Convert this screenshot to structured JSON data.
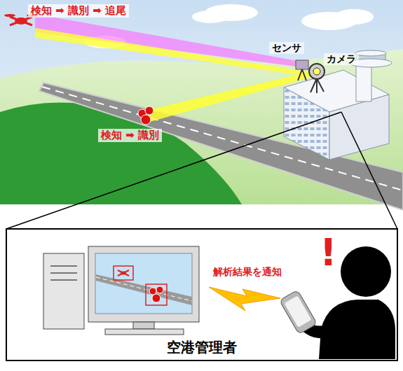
{
  "diagram": {
    "nodes": [
      {
        "text": [
          "空港管理者"
        ]
      }
    ],
    "labels": [
      "検知 ➡ 識別 ➡ 追尾",
      "センサ",
      "カメラ",
      "検知 ➡ 識別",
      "解析結果を通知",
      "!"
    ]
  }
}
